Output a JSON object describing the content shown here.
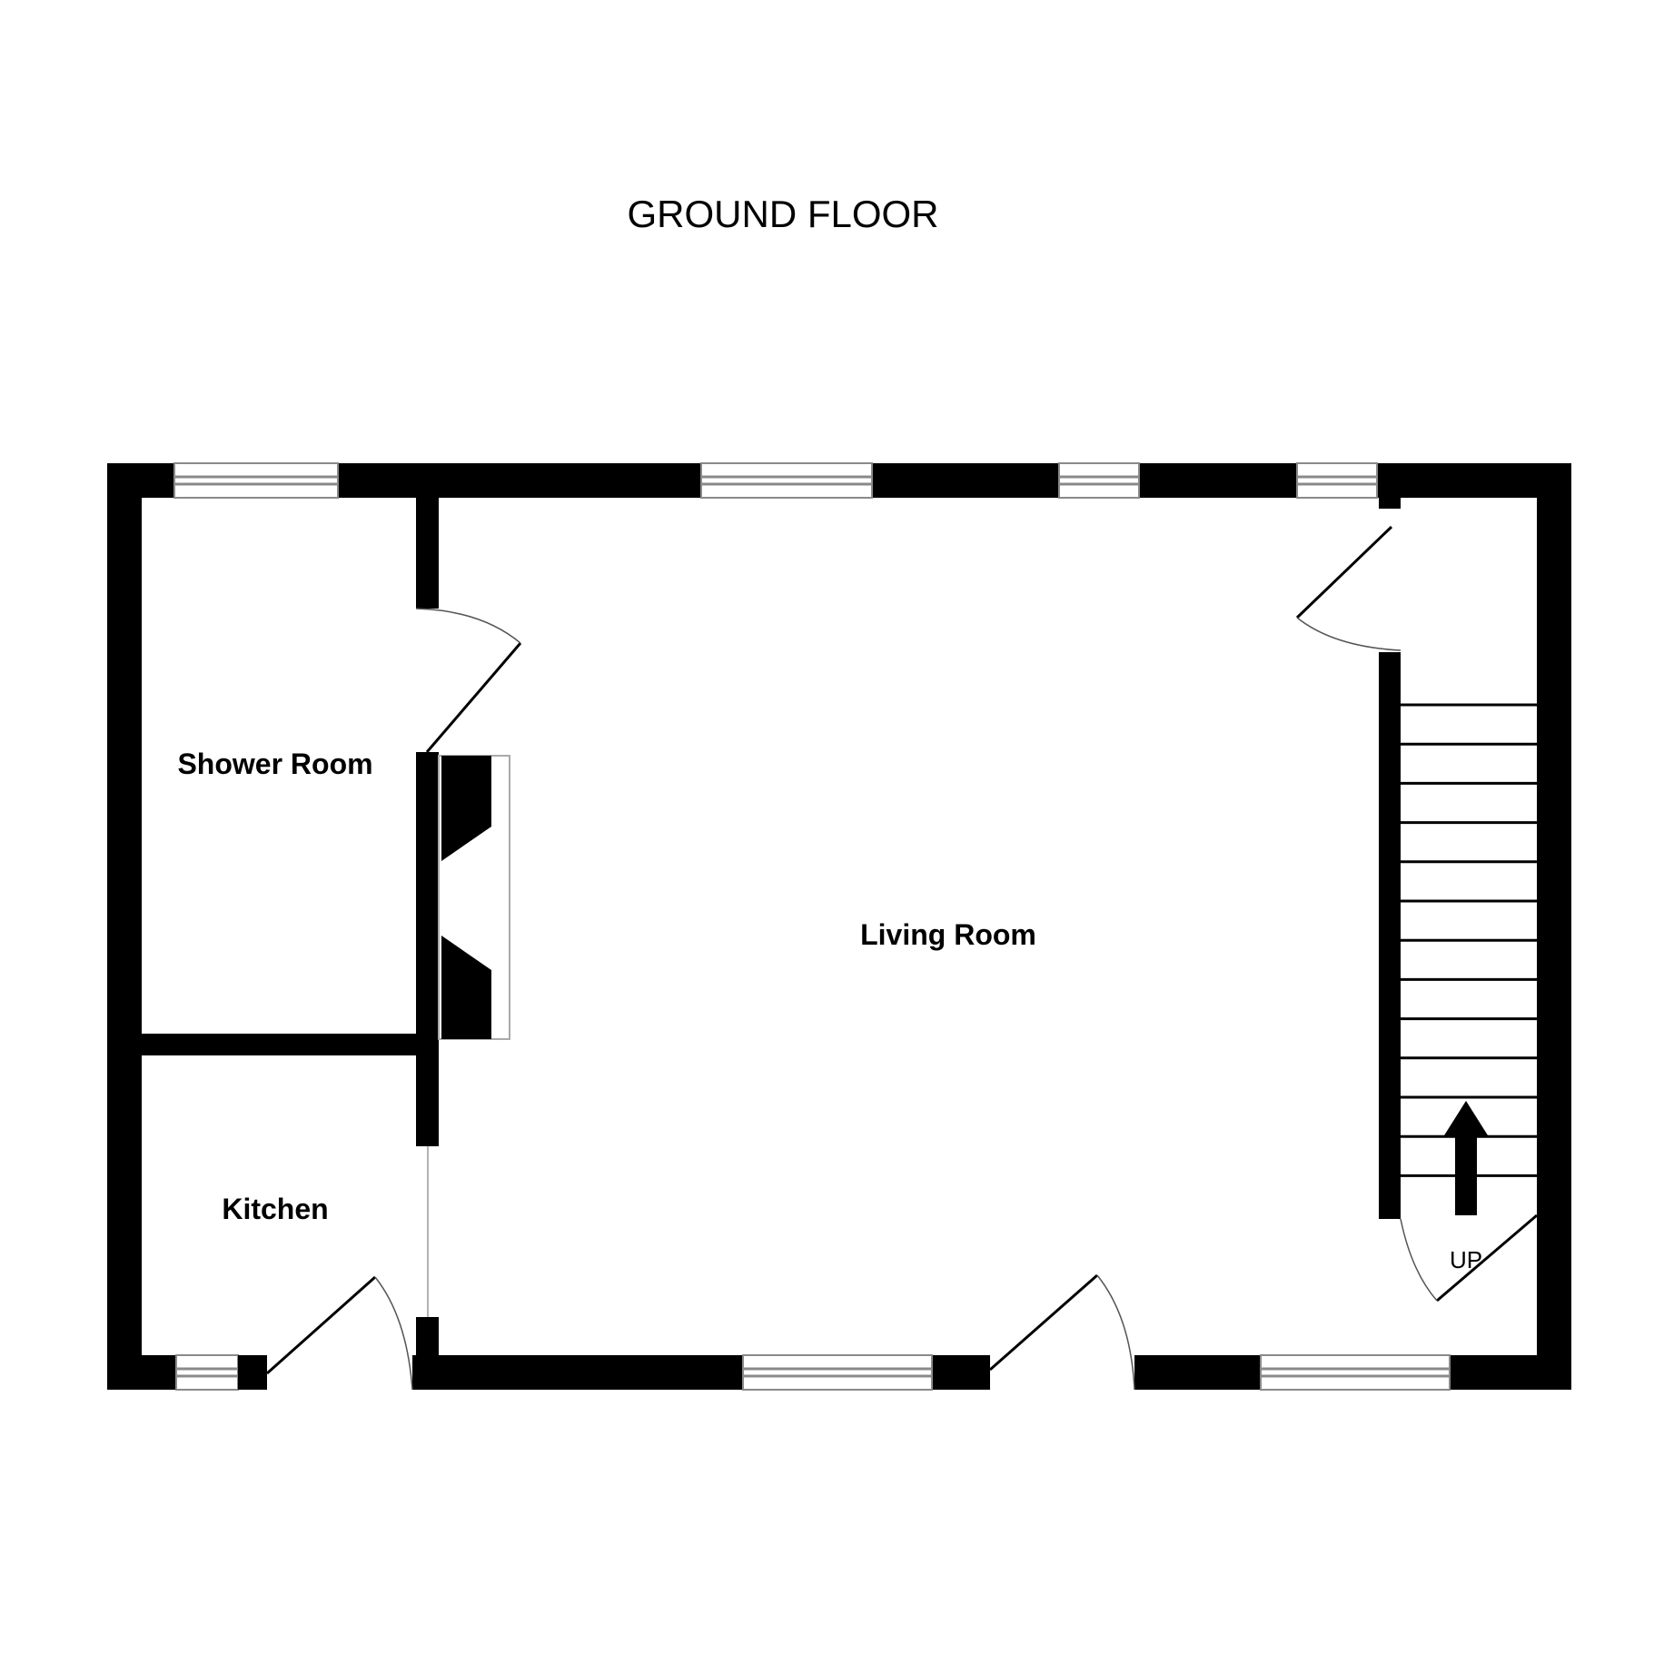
{
  "floor_title": "GROUND FLOOR",
  "rooms": {
    "shower_room": "Shower Room",
    "kitchen": "Kitchen",
    "living_room": "Living Room"
  },
  "stairs": {
    "direction_label": "UP"
  },
  "colors": {
    "walls": "#000000",
    "windows": "#8a8a8a",
    "background": "#ffffff"
  }
}
